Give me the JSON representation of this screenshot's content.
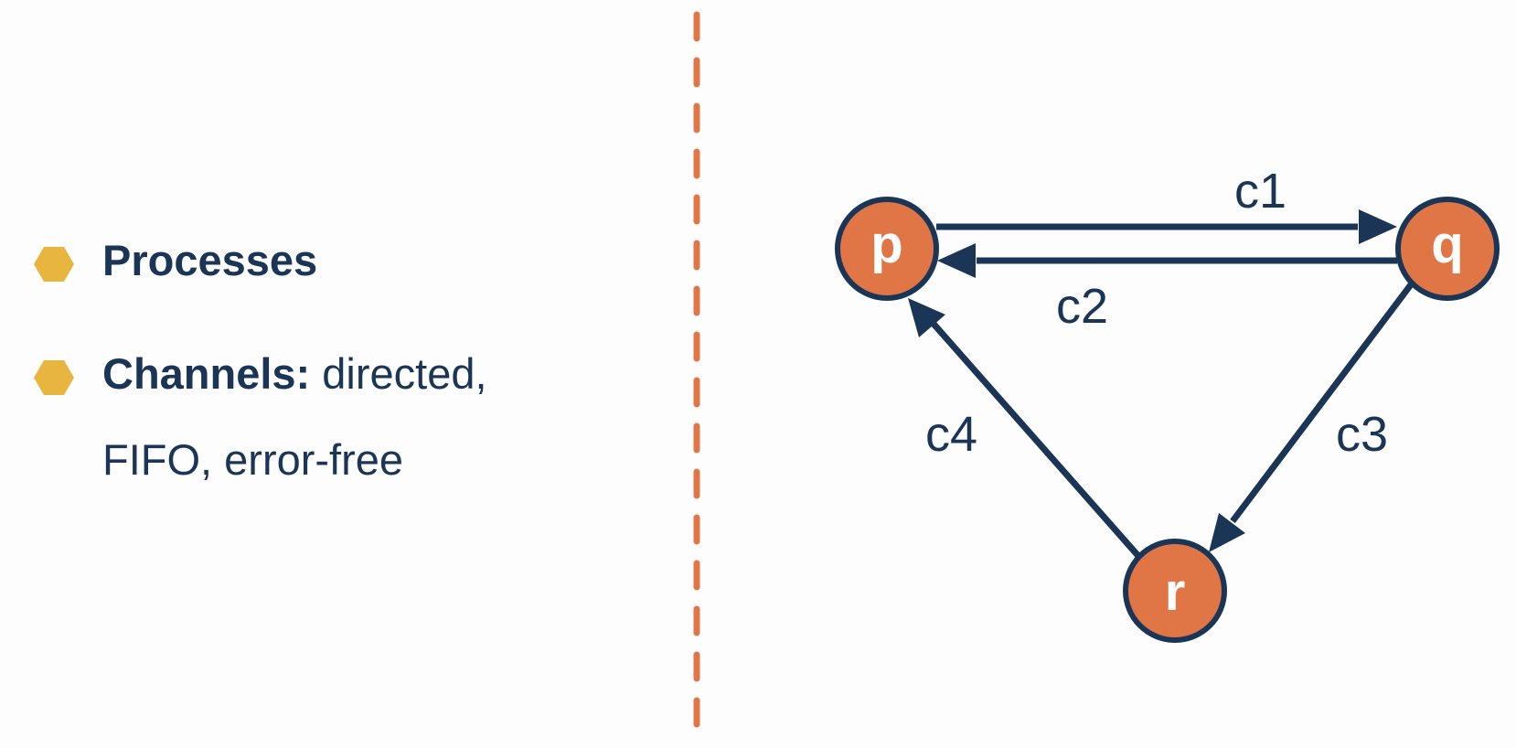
{
  "bullets": [
    {
      "bold": "Processes",
      "rest_line1": "",
      "rest_line2": ""
    },
    {
      "bold": "Channels:",
      "rest_line1": " directed,",
      "rest_line2": "FIFO, error-free"
    }
  ],
  "graph": {
    "nodes": [
      {
        "id": "p",
        "label": "p"
      },
      {
        "id": "q",
        "label": "q"
      },
      {
        "id": "r",
        "label": "r"
      }
    ],
    "edges": [
      {
        "id": "c1",
        "from": "p",
        "to": "q",
        "label": "c1"
      },
      {
        "id": "c2",
        "from": "q",
        "to": "p",
        "label": "c2"
      },
      {
        "id": "c3",
        "from": "q",
        "to": "r",
        "label": "c3"
      },
      {
        "id": "c4",
        "from": "r",
        "to": "p",
        "label": "c4"
      }
    ]
  },
  "colors": {
    "node_fill": "#e07646",
    "node_stroke": "#1b3556",
    "edge": "#1b3556",
    "divider": "#e07646",
    "bullet": "#e8b63e",
    "text": "#1b3556"
  }
}
